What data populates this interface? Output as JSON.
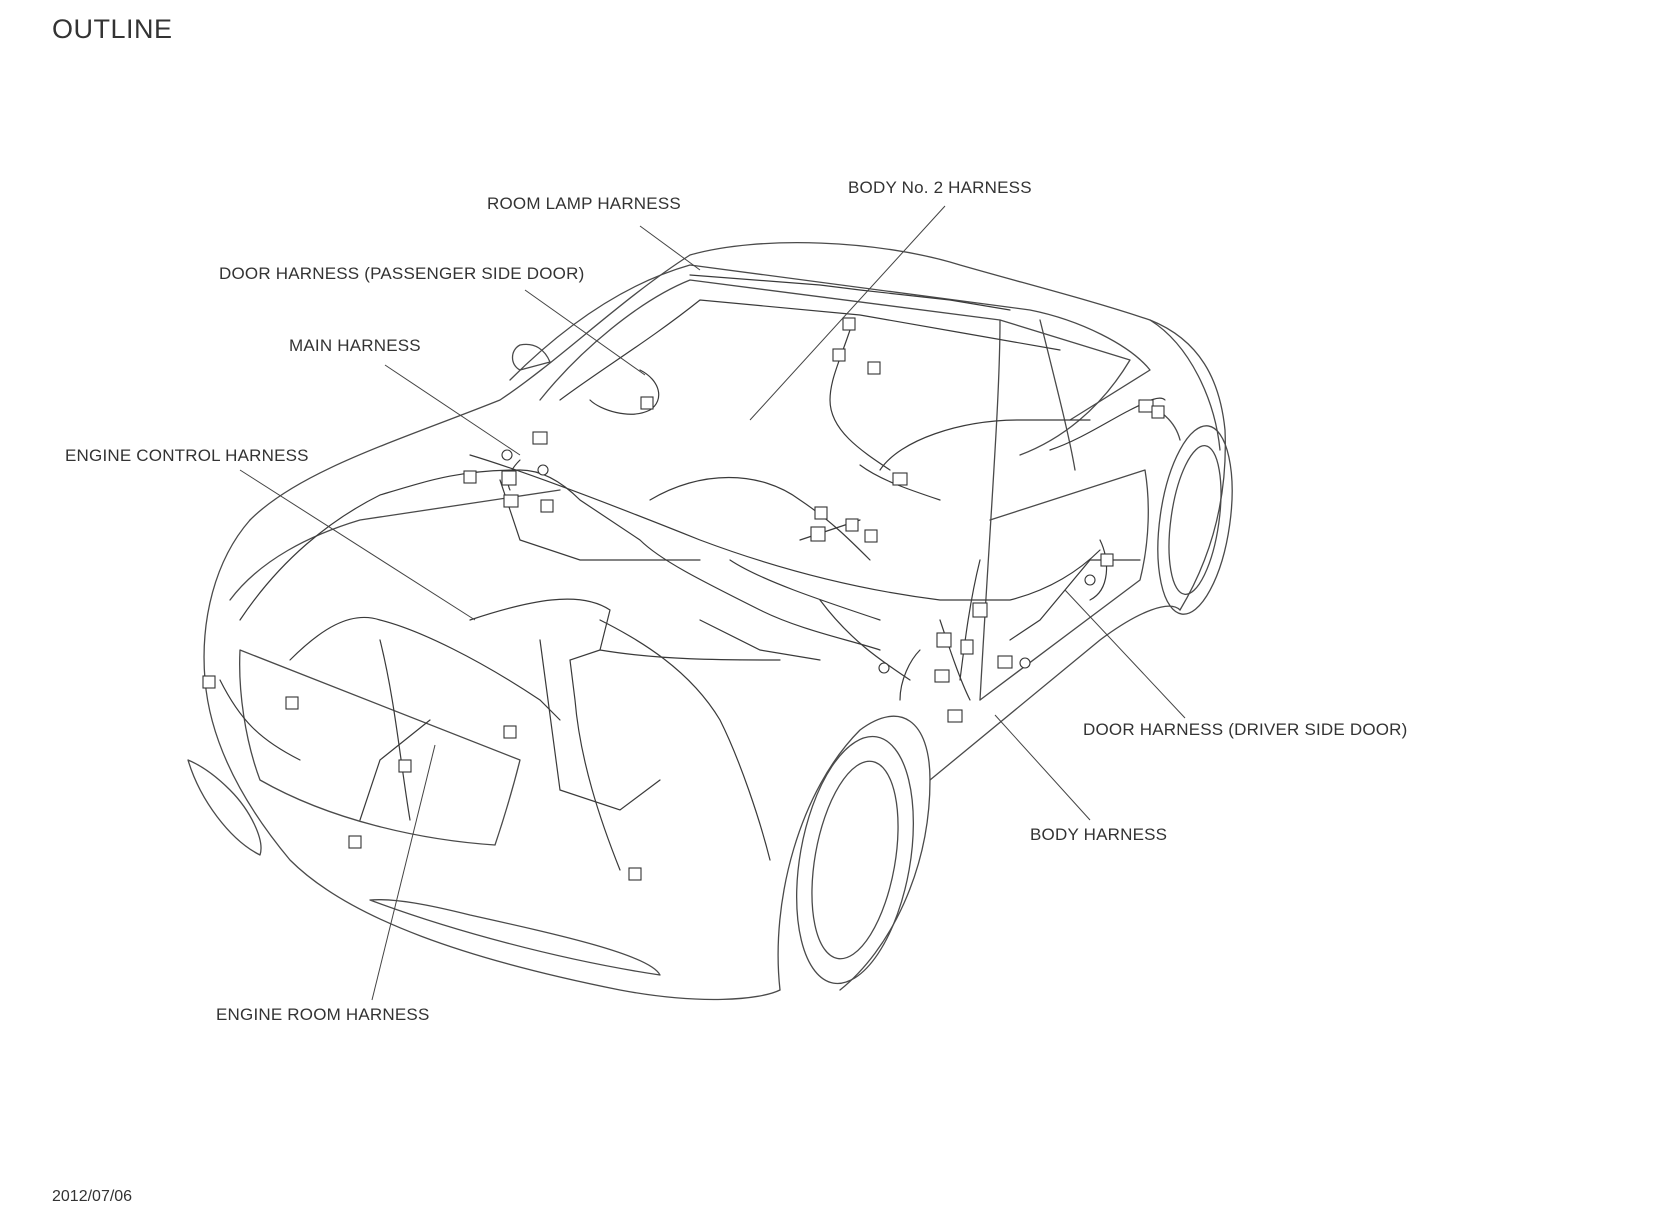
{
  "title": "OUTLINE",
  "footer_date": "2012/07/06",
  "labels": {
    "room_lamp": "ROOM LAMP HARNESS",
    "body_no2": "BODY No. 2 HARNESS",
    "door_passenger": "DOOR HARNESS (PASSENGER SIDE DOOR)",
    "main": "MAIN HARNESS",
    "engine_control": "ENGINE CONTROL HARNESS",
    "door_driver": "DOOR HARNESS (DRIVER SIDE DOOR)",
    "body": "BODY HARNESS",
    "engine_room": "ENGINE ROOM HARNESS"
  }
}
